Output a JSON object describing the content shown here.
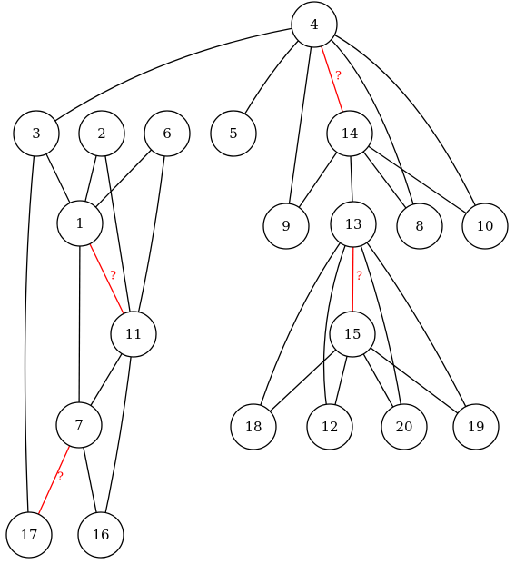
{
  "graph": {
    "nodes": [
      {
        "id": "4",
        "label": "4"
      },
      {
        "id": "3",
        "label": "3"
      },
      {
        "id": "2",
        "label": "2"
      },
      {
        "id": "6",
        "label": "6"
      },
      {
        "id": "5",
        "label": "5"
      },
      {
        "id": "14",
        "label": "14"
      },
      {
        "id": "1",
        "label": "1"
      },
      {
        "id": "9",
        "label": "9"
      },
      {
        "id": "13",
        "label": "13"
      },
      {
        "id": "8",
        "label": "8"
      },
      {
        "id": "10",
        "label": "10"
      },
      {
        "id": "11",
        "label": "11"
      },
      {
        "id": "15",
        "label": "15"
      },
      {
        "id": "7",
        "label": "7"
      },
      {
        "id": "18",
        "label": "18"
      },
      {
        "id": "12",
        "label": "12"
      },
      {
        "id": "20",
        "label": "20"
      },
      {
        "id": "19",
        "label": "19"
      },
      {
        "id": "17",
        "label": "17"
      },
      {
        "id": "16",
        "label": "16"
      }
    ],
    "edges": [
      {
        "from": "4",
        "to": "3",
        "uncertain": false,
        "label": ""
      },
      {
        "from": "4",
        "to": "5",
        "uncertain": false,
        "label": ""
      },
      {
        "from": "4",
        "to": "9",
        "uncertain": false,
        "label": ""
      },
      {
        "from": "4",
        "to": "14",
        "uncertain": true,
        "label": "?"
      },
      {
        "from": "4",
        "to": "8",
        "uncertain": false,
        "label": ""
      },
      {
        "from": "4",
        "to": "10",
        "uncertain": false,
        "label": ""
      },
      {
        "from": "3",
        "to": "1",
        "uncertain": false,
        "label": ""
      },
      {
        "from": "3",
        "to": "17",
        "uncertain": false,
        "label": ""
      },
      {
        "from": "2",
        "to": "1",
        "uncertain": false,
        "label": ""
      },
      {
        "from": "2",
        "to": "11",
        "uncertain": false,
        "label": ""
      },
      {
        "from": "6",
        "to": "1",
        "uncertain": false,
        "label": ""
      },
      {
        "from": "6",
        "to": "11",
        "uncertain": false,
        "label": ""
      },
      {
        "from": "1",
        "to": "11",
        "uncertain": true,
        "label": "?"
      },
      {
        "from": "1",
        "to": "7",
        "uncertain": false,
        "label": ""
      },
      {
        "from": "11",
        "to": "7",
        "uncertain": false,
        "label": ""
      },
      {
        "from": "11",
        "to": "16",
        "uncertain": false,
        "label": ""
      },
      {
        "from": "7",
        "to": "17",
        "uncertain": true,
        "label": "?"
      },
      {
        "from": "7",
        "to": "16",
        "uncertain": false,
        "label": ""
      },
      {
        "from": "14",
        "to": "9",
        "uncertain": false,
        "label": ""
      },
      {
        "from": "14",
        "to": "13",
        "uncertain": false,
        "label": ""
      },
      {
        "from": "14",
        "to": "8",
        "uncertain": false,
        "label": ""
      },
      {
        "from": "14",
        "to": "10",
        "uncertain": false,
        "label": ""
      },
      {
        "from": "13",
        "to": "15",
        "uncertain": true,
        "label": "?"
      },
      {
        "from": "13",
        "to": "18",
        "uncertain": false,
        "label": ""
      },
      {
        "from": "13",
        "to": "12",
        "uncertain": false,
        "label": ""
      },
      {
        "from": "13",
        "to": "20",
        "uncertain": false,
        "label": ""
      },
      {
        "from": "13",
        "to": "19",
        "uncertain": false,
        "label": ""
      },
      {
        "from": "15",
        "to": "18",
        "uncertain": false,
        "label": ""
      },
      {
        "from": "15",
        "to": "12",
        "uncertain": false,
        "label": ""
      },
      {
        "from": "15",
        "to": "20",
        "uncertain": false,
        "label": ""
      },
      {
        "from": "15",
        "to": "19",
        "uncertain": false,
        "label": ""
      }
    ],
    "colors": {
      "edge": "#000000",
      "uncertain_edge": "#ff0000",
      "node_fill": "#ffffff",
      "node_stroke": "#000000"
    }
  }
}
